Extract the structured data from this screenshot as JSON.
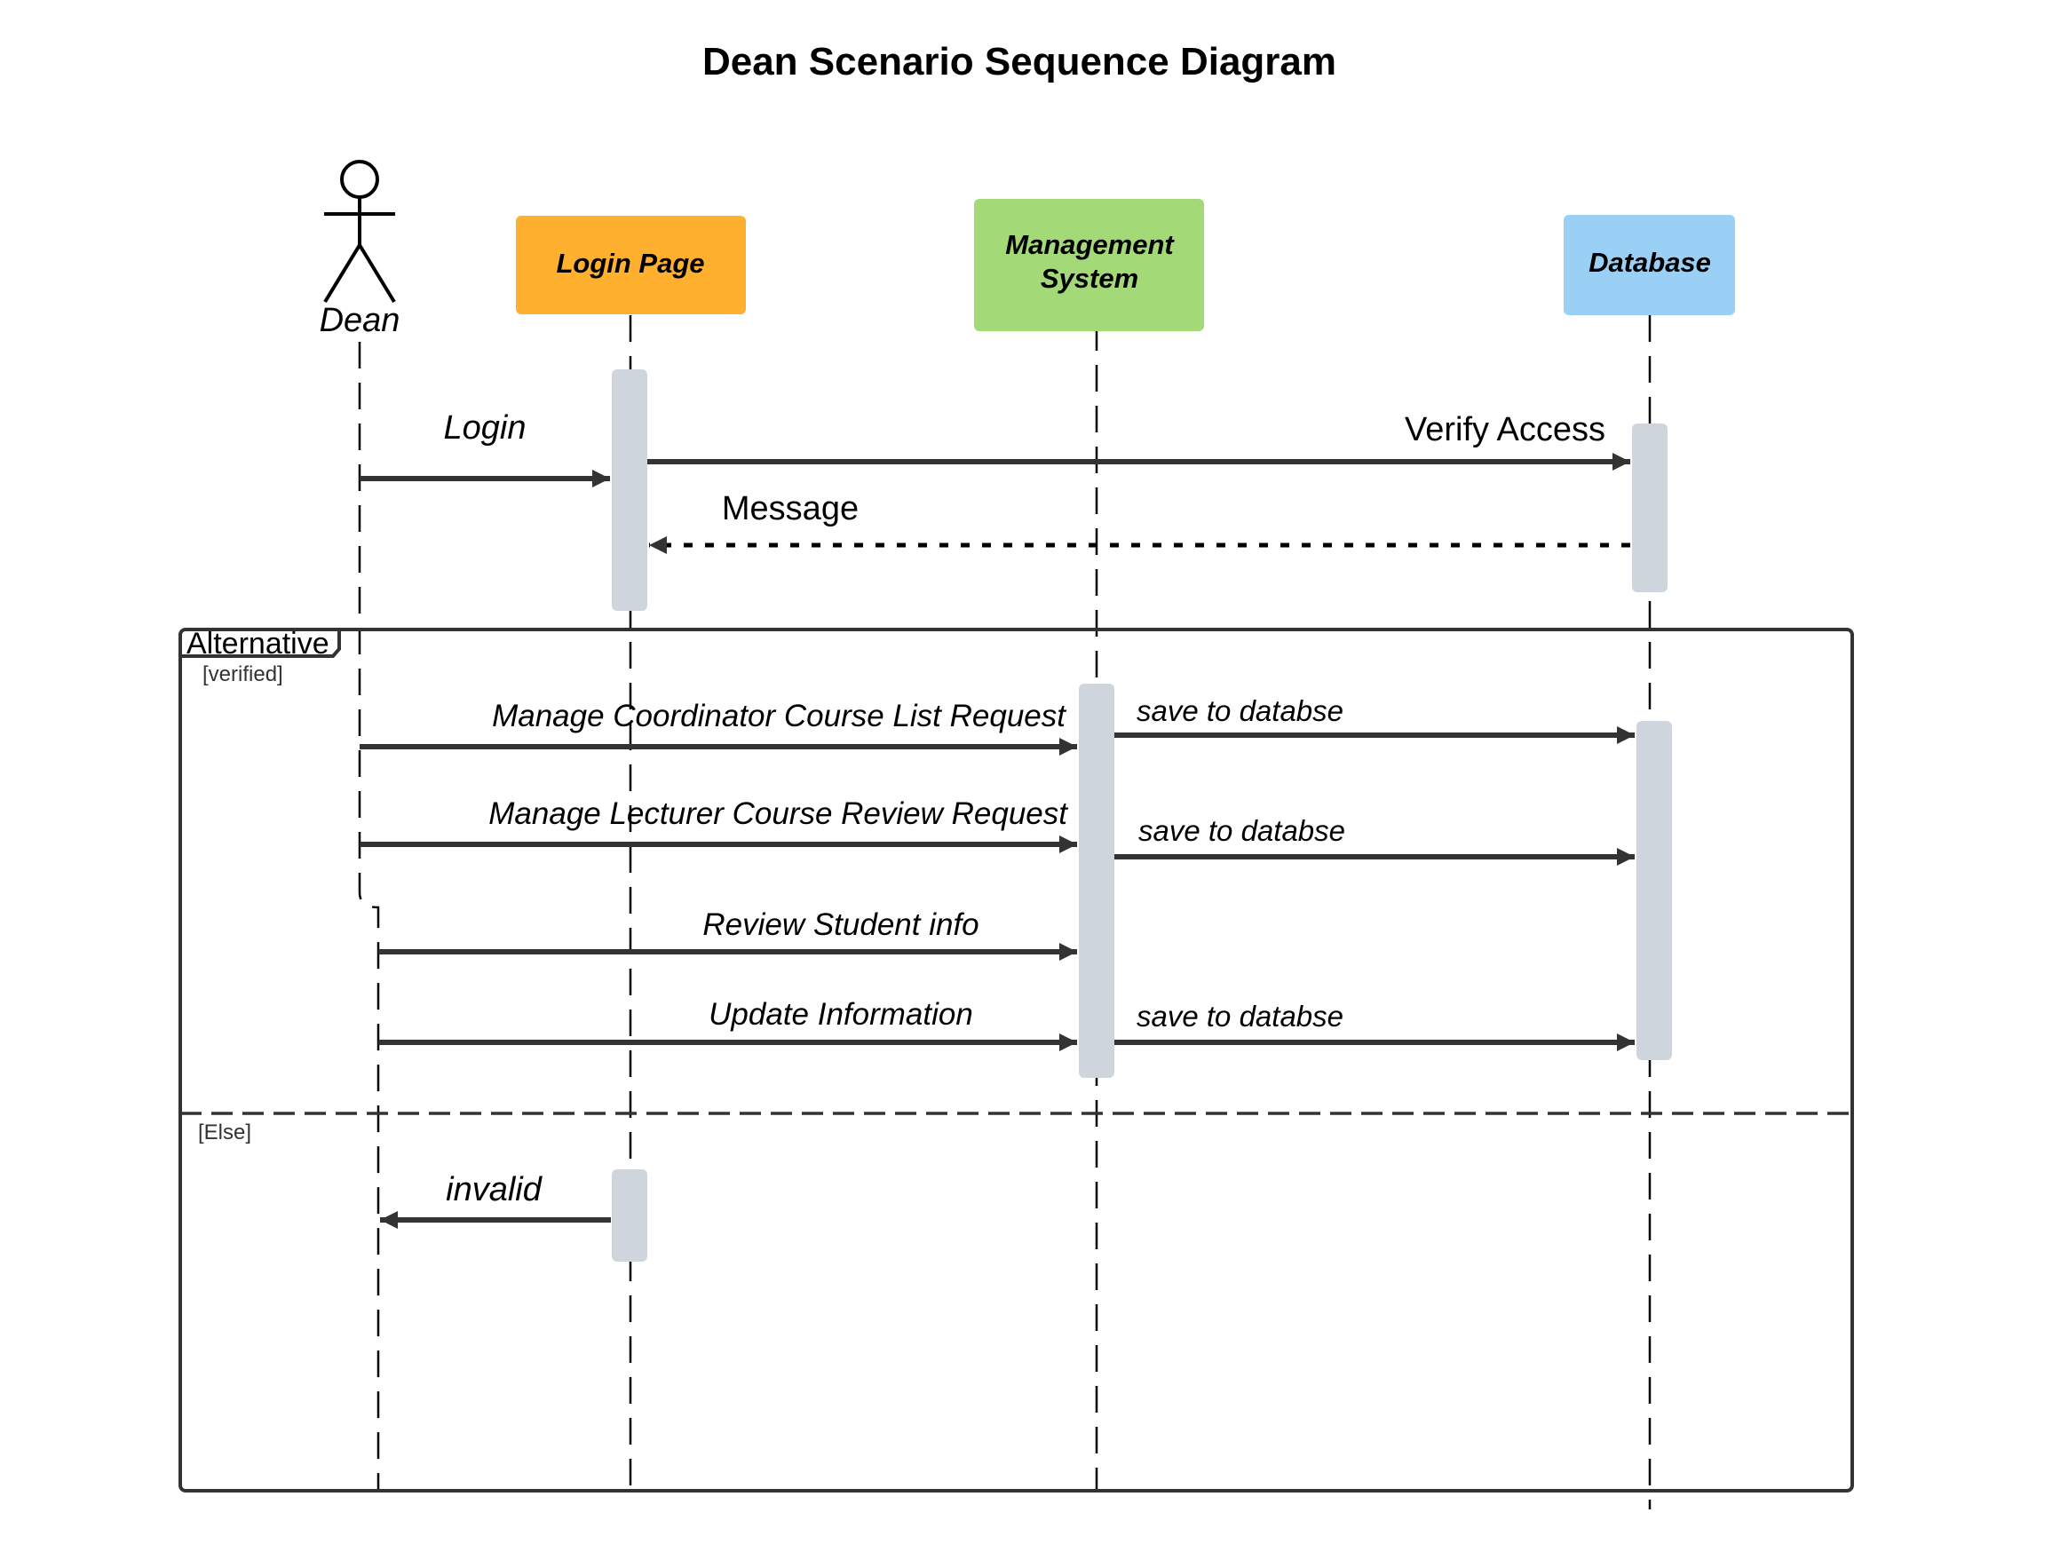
{
  "title": "Dean Scenario Sequence Diagram",
  "actor": {
    "label": "Dean"
  },
  "participants": [
    {
      "id": "login",
      "label_lines": [
        "Login Page"
      ],
      "color": "#ffb02e"
    },
    {
      "id": "mgmt",
      "label_lines": [
        "Management",
        "System"
      ],
      "color": "#a3d977"
    },
    {
      "id": "db",
      "label_lines": [
        "Database"
      ],
      "color": "#9ad0f5"
    }
  ],
  "activation_color": "#cfd5dd",
  "line_color": "#333333",
  "fragment": {
    "operator": "Alternative",
    "guards": {
      "first": "[verified]",
      "second": "[Else]"
    }
  },
  "messages": {
    "login": "Login",
    "verify": "Verify Access",
    "reply": "Message",
    "m1": "Manage Coordinator Course List Request",
    "s1": "save to databse",
    "m2": "Manage Lecturer Course Review Request",
    "s2": "save to databse",
    "m3": "Review Student info",
    "m4": "Update Information",
    "s3": "save to databse",
    "invalid": "invalid"
  }
}
